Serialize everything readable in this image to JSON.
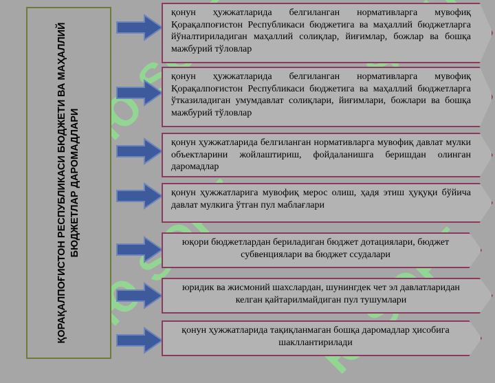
{
  "watermark": "Ю SOFT",
  "left_title": "ҚОРАҚАЛПОҒИСТОН РЕСПУБЛИКАСИ БЮДЖЕТИ ВА МАҲАЛЛИЙ БЮДЖЕТЛАР ДАРОМАДЛАРИ",
  "items": [
    "қонун ҳужжатларида белгиланган нормативларга мувофиқ Қорақалпоғистон Республикаси бюджетига ва маҳаллий бюджетларга йўналтириладиган маҳаллий солиқлар, йиғимлар, божлар ва бошқа мажбурий тўловлар",
    "қонун ҳужжатларида белгиланган нормативларга мувофиқ Қорақалпоғистон Республикаси бюджетига ва маҳаллий бюджетларга ўтказиладиган умумдавлат солиқлари, йиғимлари, божлари ва бошқа мажбурий тўловлар",
    "қонун ҳужжатларида белгиланган нормативларга мувофиқ давлат мулки объектларини жойлаштириш, фойдаланишга беришдан олинган даромадлар",
    "қонун ҳужжатларига мувофиқ мерос олиш, ҳадя этиш ҳуқуқи бўйича давлат мулкига ўтган пул маблағлари",
    "юқори бюджетлардан бериладиган бюджет дотациялари, бюджет субвенциялари ва бюджет ссудалари",
    "юридик ва жисмоний шахслардан, шунингдек чет эл давлатларидан келган қайтарилмайдиган пул тушумлари",
    "қонун ҳужжатларида тақиқланмаган бошқа даромадлар ҳисобига шакллантирилади"
  ],
  "colors": {
    "arrow": "#3d5a9c",
    "box_border": "#8a3a5e",
    "panel_border": "#6b7c3a"
  }
}
